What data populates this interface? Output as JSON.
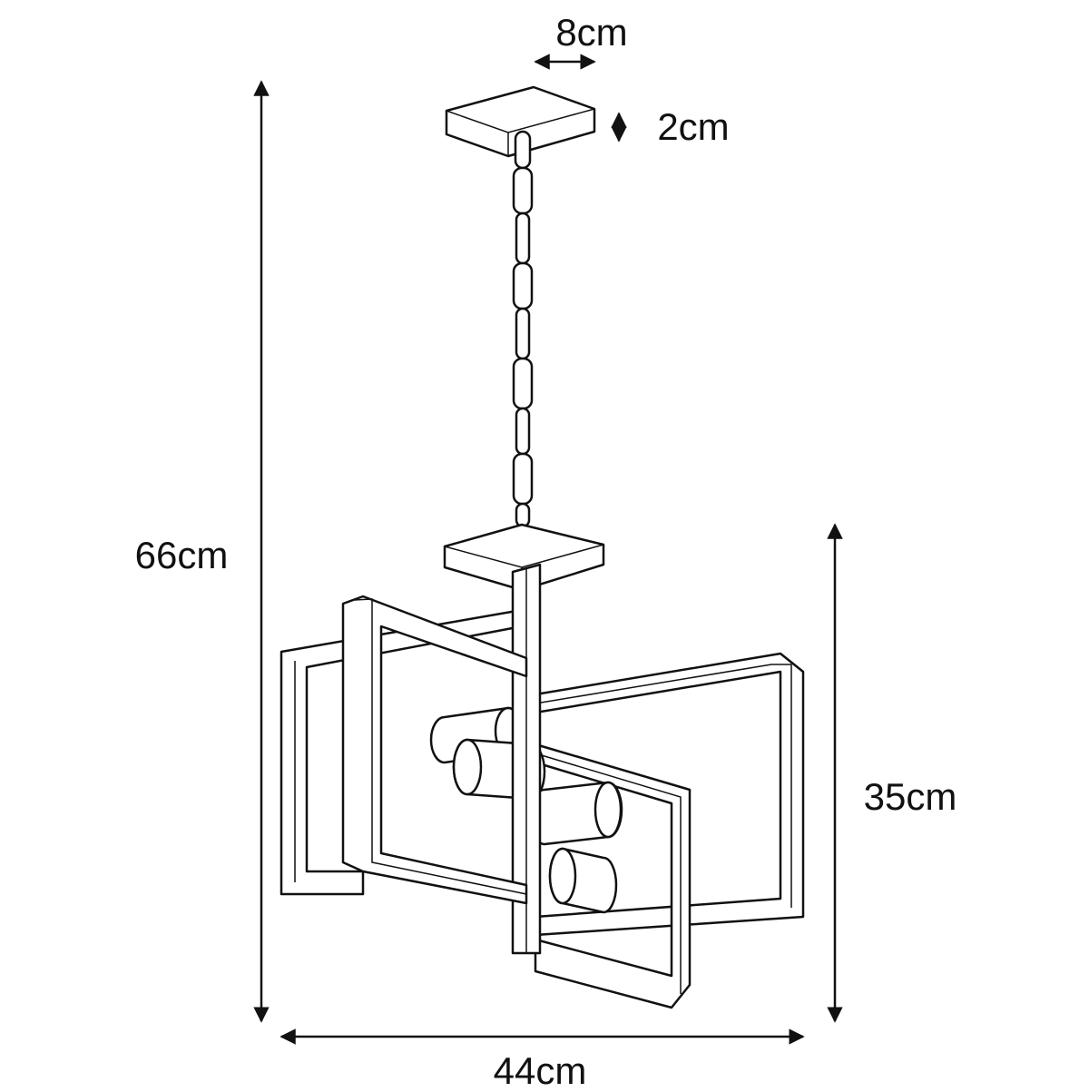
{
  "dimensions": {
    "canopy_width": "8cm",
    "canopy_height": "2cm",
    "total_height": "66cm",
    "body_height": "35cm",
    "body_width": "44cm"
  }
}
